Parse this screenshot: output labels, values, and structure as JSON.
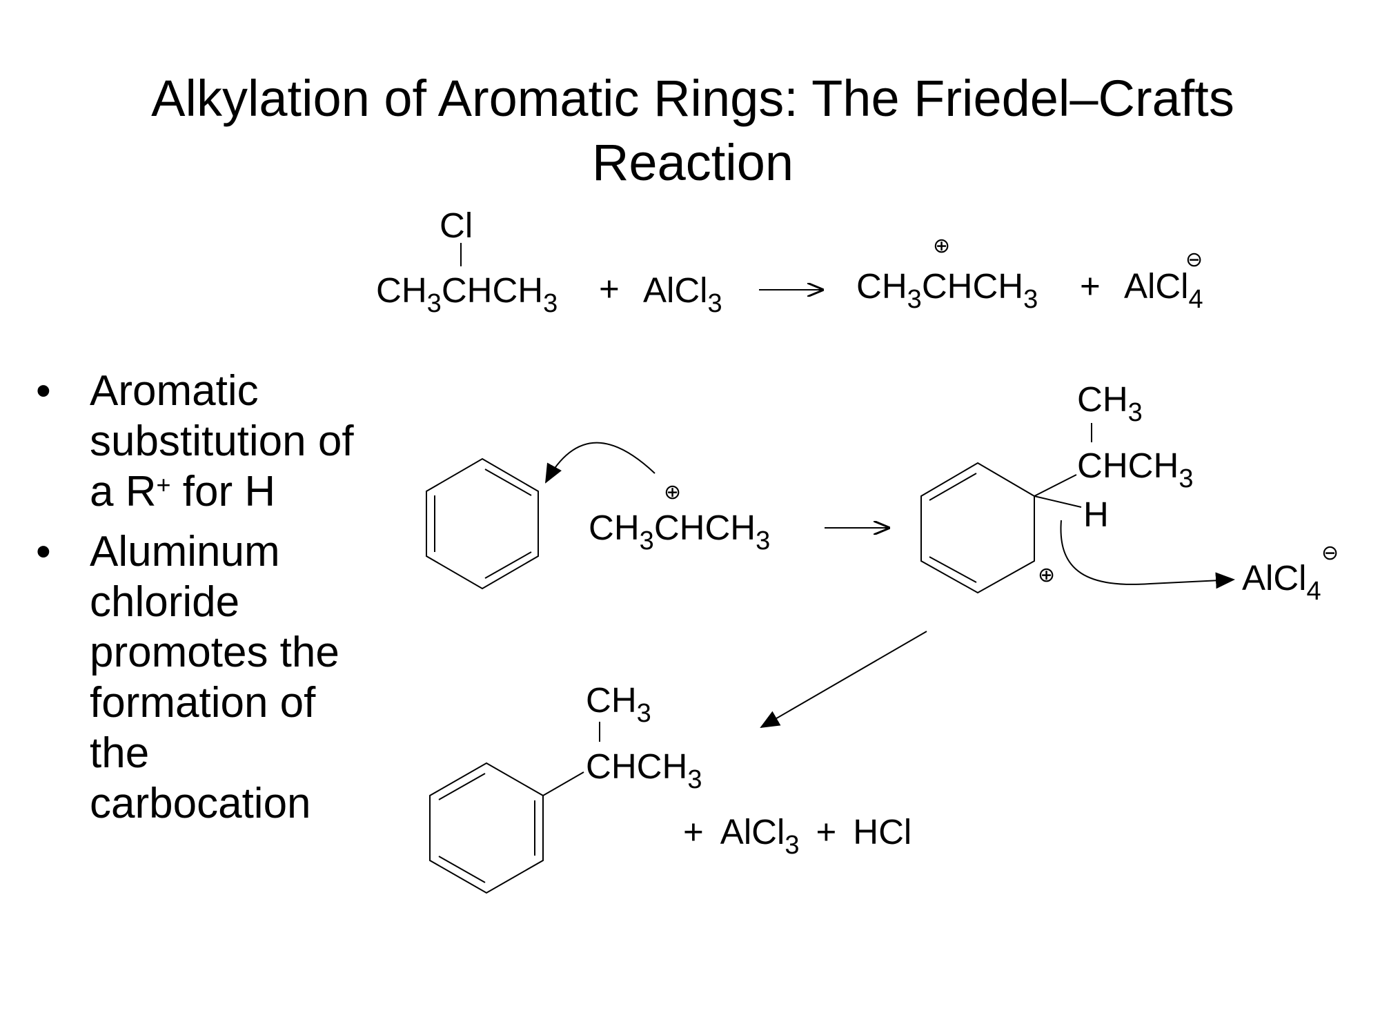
{
  "title": {
    "line1": "Alkylation of Aromatic Rings: The Friedel–Crafts",
    "line2": "Reaction"
  },
  "bullets": [
    {
      "lines": [
        "Aromatic",
        "substitution of",
        "a R",
        "+",
        " for H"
      ]
    },
    {
      "lines": [
        "Aluminum",
        "chloride",
        "promotes the",
        "formation of",
        "the",
        "carbocation"
      ]
    }
  ],
  "bullet_char": "•",
  "eq1": {
    "cl": "Cl",
    "ch3": "CH",
    "sub3": "3",
    "chch": "CHCH",
    "plus": "+",
    "alcl": "AlCl",
    "sub4": "4",
    "pos": "⊕",
    "neg": "⊖"
  },
  "step2": {
    "ch": "CH",
    "chch": "CHCH",
    "h": "H",
    "alcl": "AlCl",
    "sub3": "3",
    "sub4": "4",
    "pos": "⊕",
    "neg": "⊖"
  },
  "product": {
    "ch": "CH",
    "chch": "CHCH",
    "sub3": "3",
    "plus": "+",
    "alcl": "AlCl",
    "hcl": "HCl"
  }
}
